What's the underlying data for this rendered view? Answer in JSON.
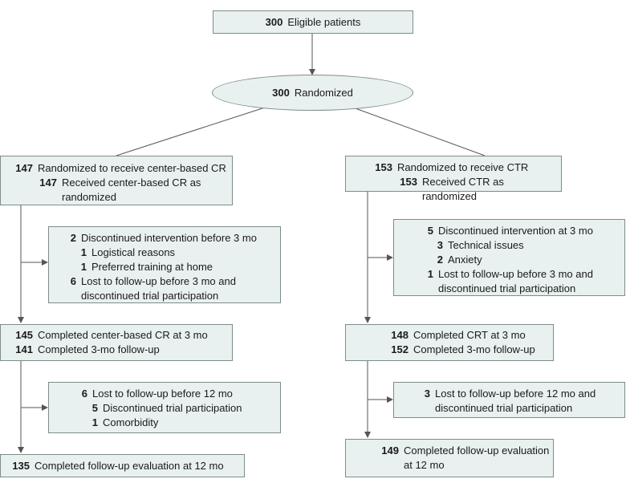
{
  "eligible": {
    "count": "300",
    "label": "Eligible patients"
  },
  "randomized": {
    "count": "300",
    "label": "Randomized"
  },
  "left": {
    "alloc": [
      {
        "count": "147",
        "label": "Randomized to receive center-based CR"
      },
      {
        "count": "147",
        "label": "Received center-based CR as\nrandomized"
      }
    ],
    "excl1": [
      {
        "count": "2",
        "label": "Discontinued intervention before 3 mo"
      },
      {
        "count": "1",
        "label": "Logistical reasons"
      },
      {
        "count": "1",
        "label": "Preferred training at home"
      },
      {
        "count": "6",
        "label": "Lost to follow-up before 3 mo and\ndiscontinued trial participation"
      }
    ],
    "mid": [
      {
        "count": "145",
        "label": "Completed center-based CR at 3 mo"
      },
      {
        "count": "141",
        "label": "Completed 3-mo follow-up"
      }
    ],
    "excl2": [
      {
        "count": "6",
        "label": "Lost to follow-up before 12 mo"
      },
      {
        "count": "5",
        "label": "Discontinued trial participation"
      },
      {
        "count": "1",
        "label": "Comorbidity"
      }
    ],
    "final": [
      {
        "count": "135",
        "label": "Completed follow-up evaluation at 12 mo"
      }
    ]
  },
  "right": {
    "alloc": [
      {
        "count": "153",
        "label": "Randomized to receive CTR"
      },
      {
        "count": "153",
        "label": "Received CTR as randomized"
      }
    ],
    "excl1": [
      {
        "count": "5",
        "label": "Discontinued intervention at 3 mo"
      },
      {
        "count": "3",
        "label": "Technical issues"
      },
      {
        "count": "2",
        "label": "Anxiety"
      },
      {
        "count": "1",
        "label": "Lost to follow-up before 3 mo and\ndiscontinued trial participation"
      }
    ],
    "mid": [
      {
        "count": "148",
        "label": "Completed CRT at 3 mo"
      },
      {
        "count": "152",
        "label": "Completed 3-mo follow-up"
      }
    ],
    "excl2": [
      {
        "count": "3",
        "label": "Lost to follow-up before 12 mo and\ndiscontinued trial participation"
      }
    ],
    "final": [
      {
        "count": "149",
        "label": "Completed follow-up evaluation\nat 12 mo"
      }
    ]
  }
}
